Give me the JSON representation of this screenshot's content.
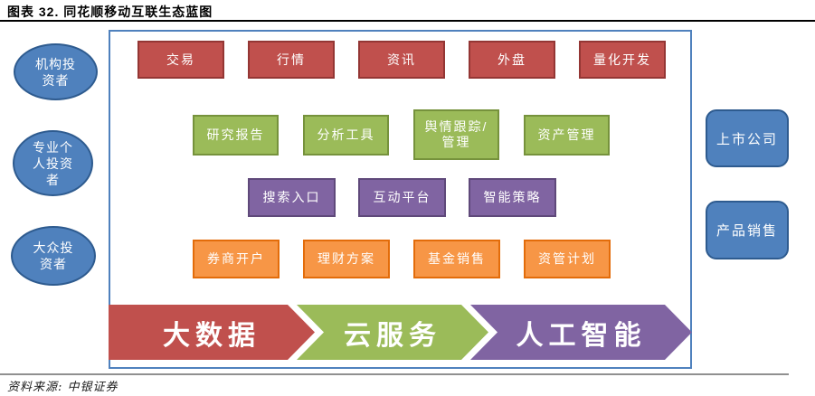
{
  "figure": {
    "title": "图表 32. 同花顺移动互联生态蓝图",
    "source": "资料来源: 中银证券"
  },
  "investors": [
    "机构投\n资者",
    "专业个\n人投资\n者",
    "大众投\n资者"
  ],
  "boxes": {
    "row1": [
      "交易",
      "行情",
      "资讯",
      "外盘",
      "量化开发"
    ],
    "row2": [
      "研究报告",
      "分析工具",
      "舆情跟踪/\n管理",
      "资产管理"
    ],
    "row3": [
      "搜索入口",
      "互动平台",
      "智能策略"
    ],
    "row4": [
      "券商开户",
      "理财方案",
      "基金销售",
      "资管计划"
    ]
  },
  "arrows": [
    "大数据",
    "云服务",
    "人工智能"
  ],
  "right_boxes": [
    "上市公司",
    "产品销售"
  ],
  "colors": {
    "red": "#C0504D",
    "red_border": "#943634",
    "green": "#9BBB59",
    "green_border": "#76923C",
    "purple": "#8064A2",
    "purple_border": "#5F497A",
    "orange": "#F79646",
    "orange_border": "#E36C0A",
    "blue": "#4F81BD",
    "blue_border": "#2E5B8F",
    "container_border": "#4F81BD"
  }
}
